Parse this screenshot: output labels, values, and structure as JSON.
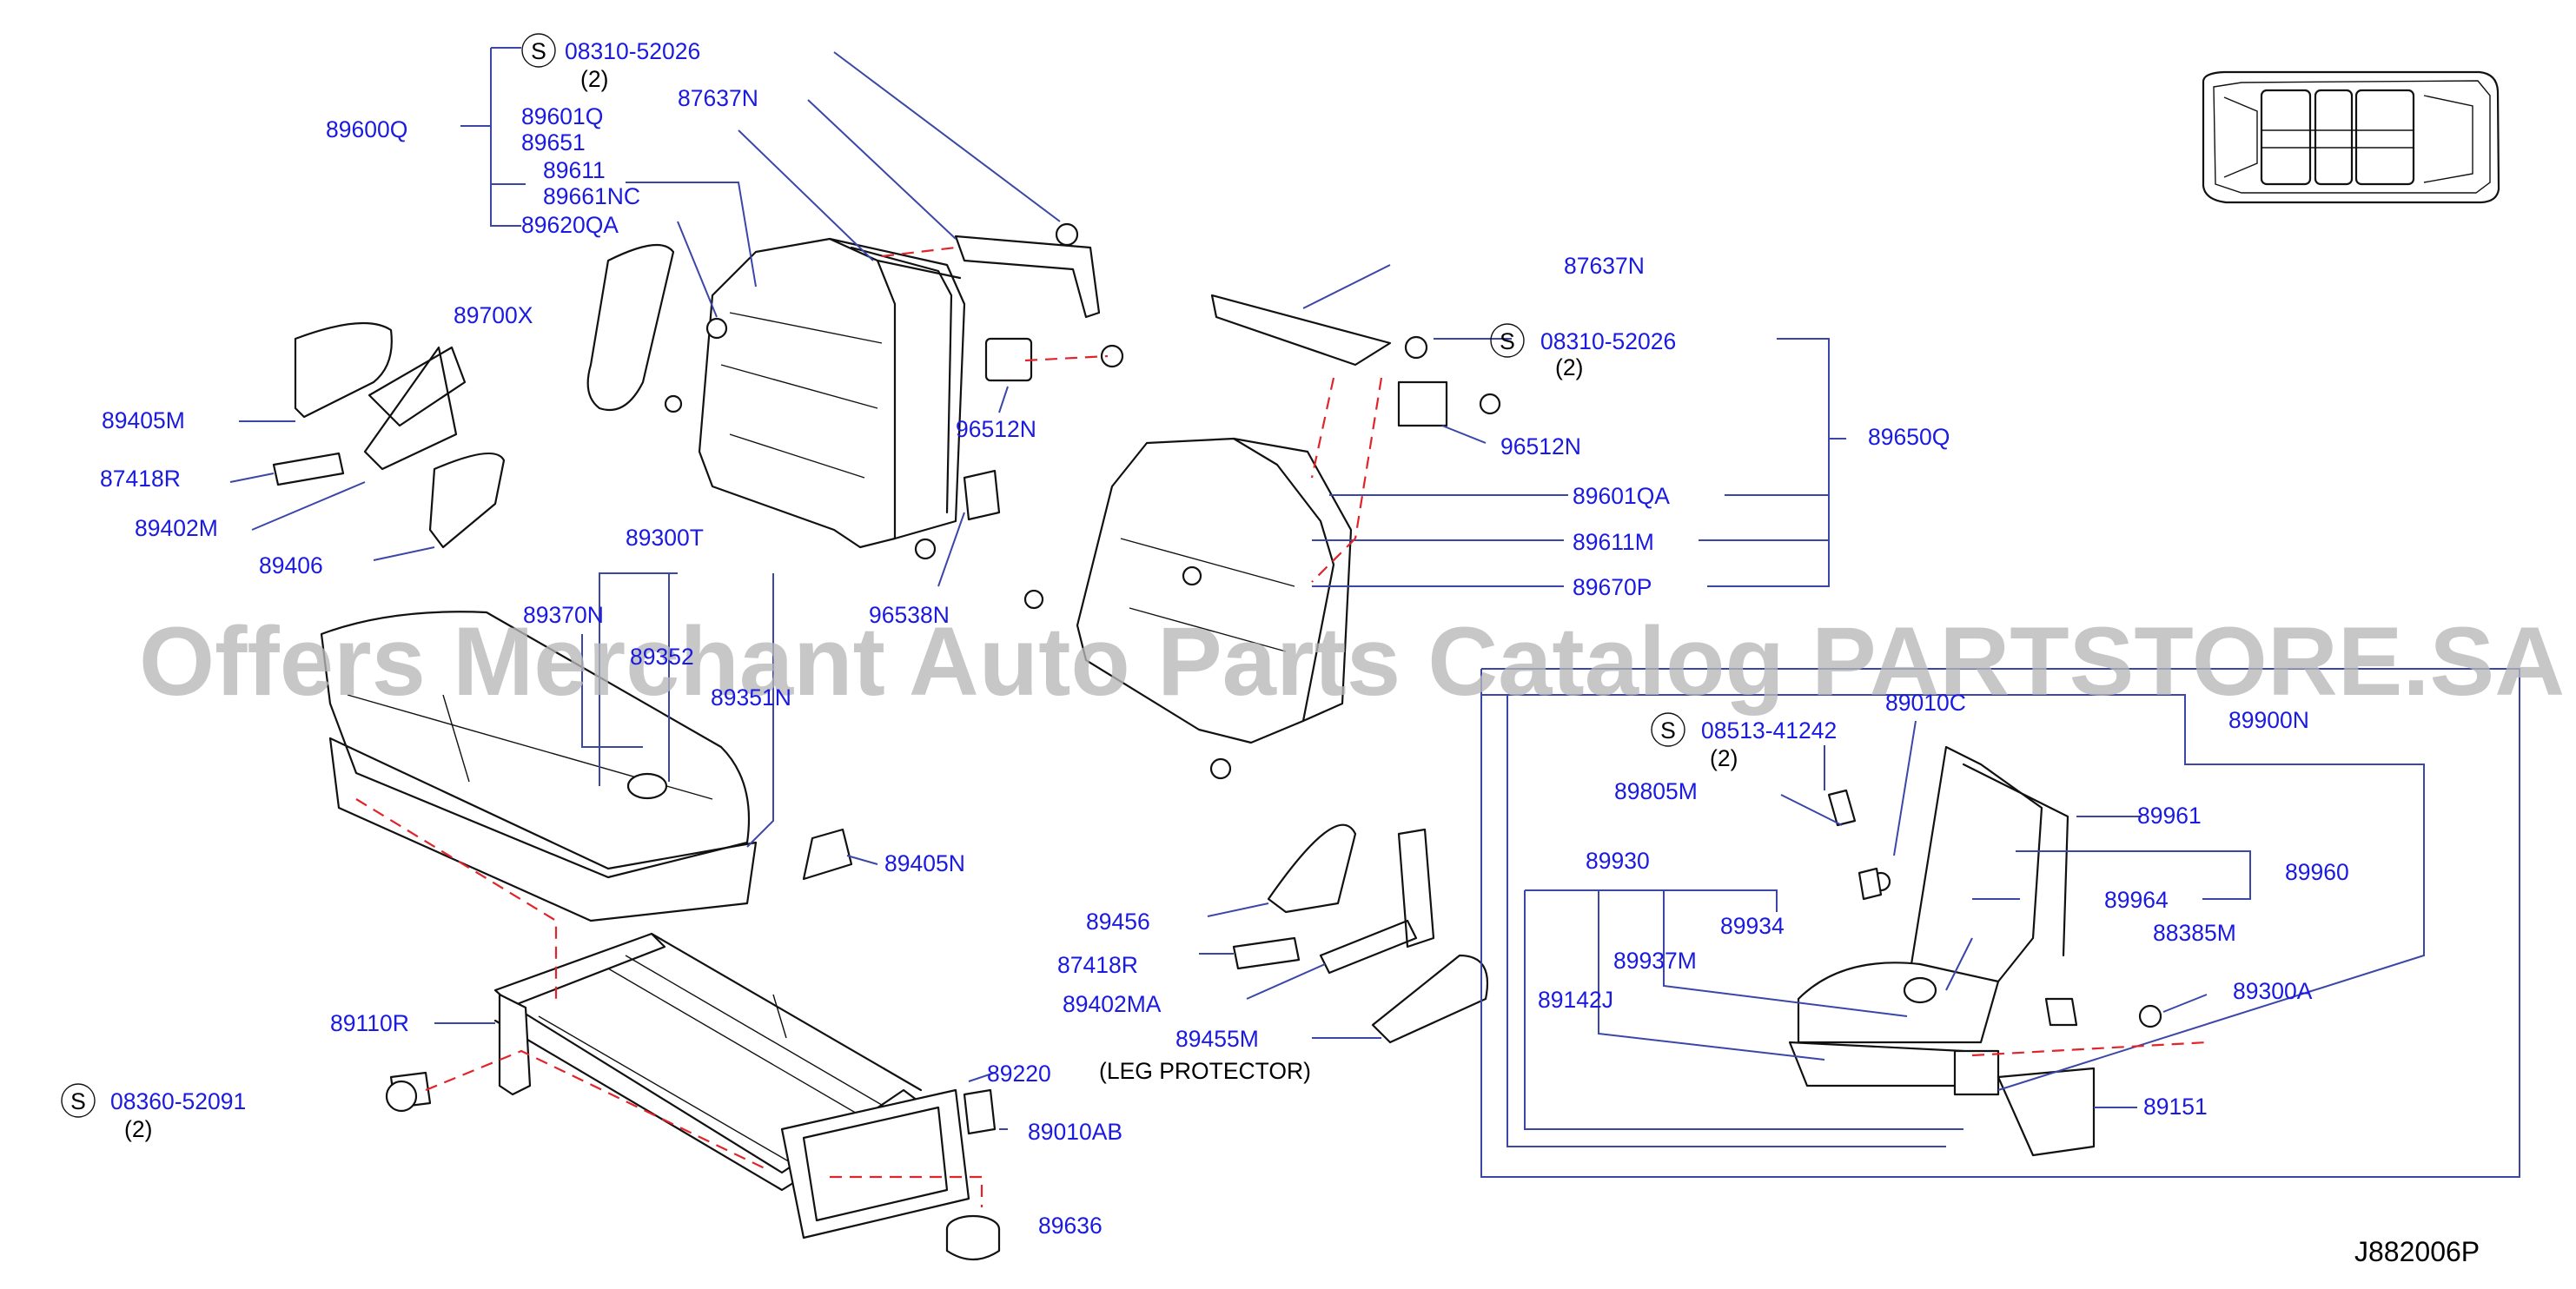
{
  "diagram_code": "J882006P",
  "watermark": "Offers Merchant Auto Parts Catalog PARTSTORE.SA",
  "screw_symbol": "S",
  "left_seat": {
    "screw_top": {
      "part": "08310-52026",
      "qty": "(2)"
    },
    "assy": "89600Q",
    "sub_parts": [
      "89601Q",
      "89651",
      "89611",
      "89661NC",
      "89620QA"
    ],
    "grab_handle": "87637N",
    "headrest_side": "89700X",
    "hinge_cover": "89405M",
    "lever_knob": "87418R",
    "recliner": "89402M",
    "cover": "89406",
    "bracket": "96512N",
    "hinge_bracket": "96538N"
  },
  "cushion": {
    "assy": "89300T",
    "frame_label": "89370N",
    "label_under": "89352",
    "pad": "89351N",
    "cover": "89405N"
  },
  "base": {
    "frame": "89110R",
    "screw": {
      "part": "08360-52091",
      "qty": "(2)"
    },
    "leg_protector": "89220",
    "bolt": "89010AB",
    "cap": "89636"
  },
  "right_seat": {
    "grab_handle": "87637N",
    "screw": {
      "part": "08310-52026",
      "qty": "(2)"
    },
    "bracket": "96512N",
    "assy": "89650Q",
    "sub_parts": [
      "89601QA",
      "89611M",
      "89670P"
    ]
  },
  "recliner_group": {
    "cover": "89456",
    "lever_knob": "87418R",
    "recliner": "89402MA",
    "hinge_cover": "89455M",
    "note": "(LEG   PROTECTOR)"
  },
  "third_seat": {
    "screw": {
      "part": "08513-41242",
      "qty": "(2)"
    },
    "washer": "89010C",
    "assy": "89900N",
    "bolt": "89805M",
    "back_frame": "89961",
    "back_assy": "89960",
    "bracket": "89964",
    "cushion_assy": "89930",
    "pad": "89934",
    "trim": "89937M",
    "frame": "89142J",
    "clip": "88385M",
    "bolt2": "89300A",
    "plate": "89151"
  },
  "colors": {
    "label": "#1a1ae0",
    "leader": "#3a46a8",
    "dashed": "#e0242a",
    "watermark": "#b8b8b8"
  }
}
